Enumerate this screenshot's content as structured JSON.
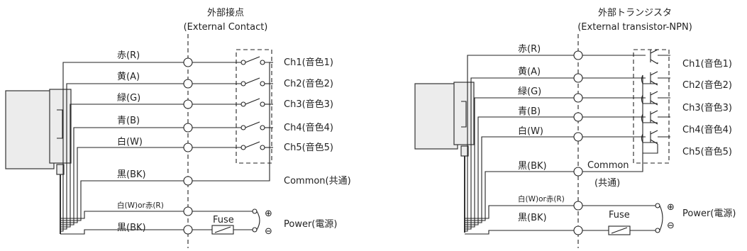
{
  "left": {
    "title": "外部接点",
    "subtitle": "(External Contact)",
    "wires": [
      "赤(R)",
      "黄(A)",
      "緑(G)",
      "青(B)",
      "白(W)",
      "黒(BK)",
      "白(W)or赤(R)",
      "黒(BK)"
    ],
    "channels": [
      "Ch1(音色1)",
      "Ch2(音色2)",
      "Ch3(音色3)",
      "Ch4(音色4)",
      "Ch5(音色5)"
    ],
    "common": "Common(共通)",
    "fuse": "Fuse",
    "power": "Power(電源)",
    "plus": "⊕",
    "minus": "⊖"
  },
  "right": {
    "title": "外部トランジスタ",
    "subtitle": "(External transistor-NPN)",
    "wires": [
      "赤(R)",
      "黄(A)",
      "緑(G)",
      "青(B)",
      "白(W)",
      "黒(BK)",
      "白(W)or赤(R)",
      "黒(BK)"
    ],
    "channels": [
      "Ch1(音色1)",
      "Ch2(音色2)",
      "Ch3(音色3)",
      "Ch4(音色4)",
      "Ch5(音色5)"
    ],
    "common": "Common",
    "common_sub": "(共通)",
    "fuse": "Fuse",
    "power": "Power(電源)",
    "plus": "⊕",
    "minus": "⊖"
  }
}
